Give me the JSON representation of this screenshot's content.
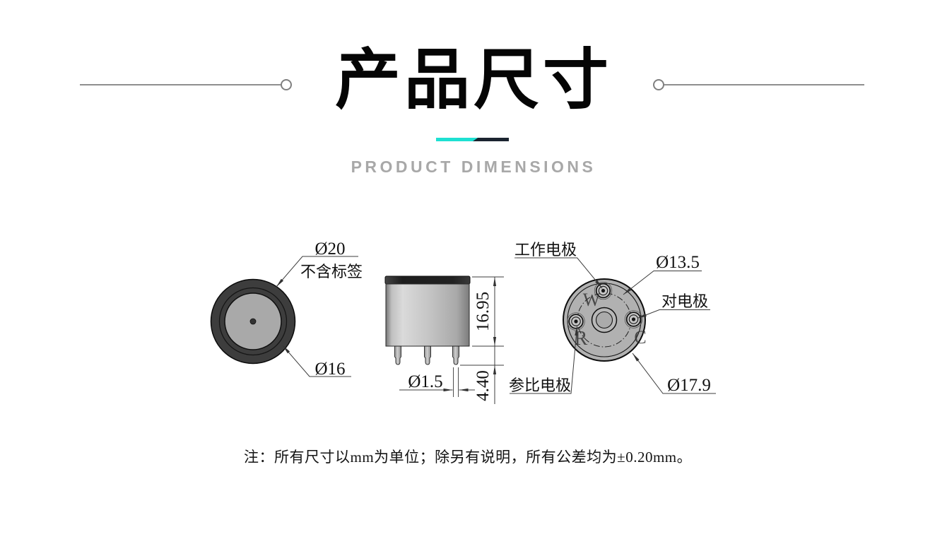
{
  "header": {
    "title": "产品尺寸",
    "subtitle": "PRODUCT DIMENSIONS"
  },
  "colors": {
    "accent_teal": "#1ee0d2",
    "accent_dark": "#1b2430",
    "divider_gray": "#8f8f8f",
    "subtitle_gray": "#a8a8a8",
    "body_gray": "#b1b1b1"
  },
  "top_view": {
    "dim_outer_diameter": "Ø20",
    "dim_outer_note": "不含标签",
    "dim_face_diameter": "Ø16"
  },
  "side_view": {
    "dim_body_height": "16.95",
    "dim_pin_length": "4.40",
    "dim_pin_diameter": "Ø1.5"
  },
  "bottom_view": {
    "label_working_electrode": "工作电极",
    "label_counter_electrode": "对电极",
    "label_reference_electrode": "参比电极",
    "dim_pin_circle_diameter": "Ø13.5",
    "dim_bottom_diameter": "Ø17.9",
    "pin_letter_w": "W",
    "pin_letter_r": "R",
    "pin_letter_c": "C"
  },
  "note": "注：所有尺寸以mm为单位；除另有说明，所有公差均为±0.20mm。"
}
